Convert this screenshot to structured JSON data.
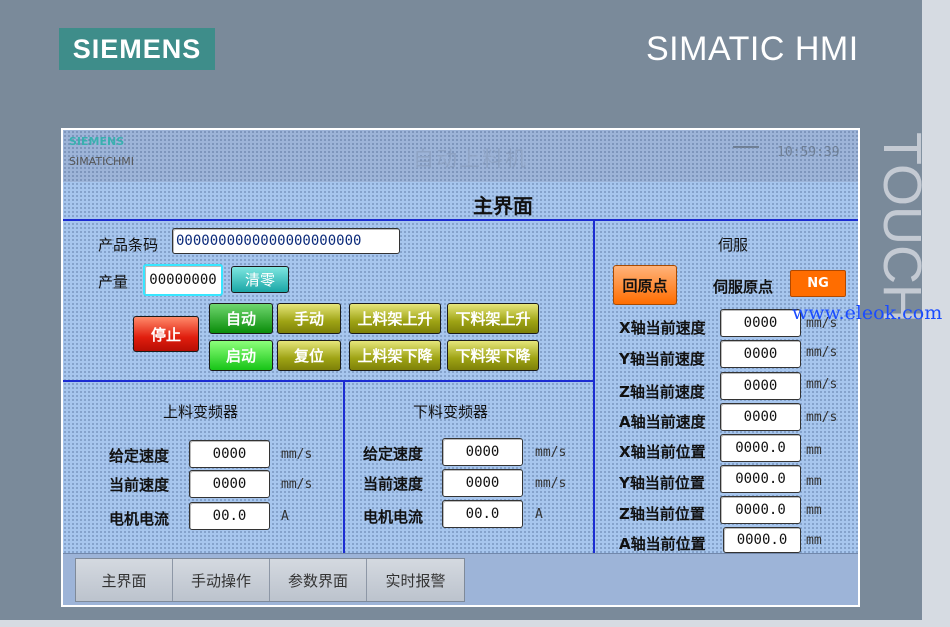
{
  "brand": {
    "logo": "SIEMENS",
    "product": "SIMATIC HMI",
    "touch": "TOUCH",
    "watermark": "www.eleok.com"
  },
  "topbar": {
    "small_brand": "SIEMENS",
    "small_product": "SIMATICHMI",
    "title": "自动上料机",
    "dash": "——",
    "clock": "10:59:39"
  },
  "page_title": "主界面",
  "product": {
    "barcode_label": "产品条码",
    "barcode_value": "0000000000000000000000",
    "count_label": "产量",
    "count_value": "00000000",
    "clear_label": "清零"
  },
  "controls": {
    "stop": "停止",
    "auto": "自动",
    "manual": "手动",
    "start": "启动",
    "reset": "复位",
    "upper_rack_up": "上料架上升",
    "lower_rack_up": "下料架上升",
    "upper_rack_down": "上料架下降",
    "lower_rack_down": "下料架下降"
  },
  "load_vfd": {
    "title": "上料变频器",
    "set_speed_label": "给定速度",
    "set_speed": "0000",
    "set_speed_unit": "mm/s",
    "cur_speed_label": "当前速度",
    "cur_speed": "0000",
    "cur_speed_unit": "mm/s",
    "current_label": "电机电流",
    "current": "00.0",
    "current_unit": "A"
  },
  "unload_vfd": {
    "title": "下料变频器",
    "set_speed_label": "给定速度",
    "set_speed": "0000",
    "set_speed_unit": "mm/s",
    "cur_speed_label": "当前速度",
    "cur_speed": "0000",
    "cur_speed_unit": "mm/s",
    "current_label": "电机电流",
    "current": "00.0",
    "current_unit": "A"
  },
  "servo": {
    "title": "伺服",
    "home_button": "回原点",
    "home_label": "伺服原点",
    "home_status": "NG",
    "rows": [
      {
        "label": "X轴当前速度",
        "value": "0000",
        "unit": "mm/s"
      },
      {
        "label": "Y轴当前速度",
        "value": "0000",
        "unit": "mm/s"
      },
      {
        "label": "Z轴当前速度",
        "value": "0000",
        "unit": "mm/s"
      },
      {
        "label": "A轴当前速度",
        "value": "0000",
        "unit": "mm/s"
      },
      {
        "label": "X轴当前位置",
        "value": "0000.0",
        "unit": "mm"
      },
      {
        "label": "Y轴当前位置",
        "value": "0000.0",
        "unit": "mm"
      },
      {
        "label": "Z轴当前位置",
        "value": "0000.0",
        "unit": "mm"
      },
      {
        "label": "A轴当前位置",
        "value": "0000.0",
        "unit": "mm"
      }
    ]
  },
  "nav": {
    "tabs": [
      "主界面",
      "手动操作",
      "参数界面",
      "实时报警"
    ]
  },
  "colors": {
    "screen_bg": "#a7c6ee",
    "divider": "#1b2cd2",
    "stop": "#e01e0e",
    "home": "#ff6d00",
    "siemens_teal": "#3e8d8a"
  }
}
